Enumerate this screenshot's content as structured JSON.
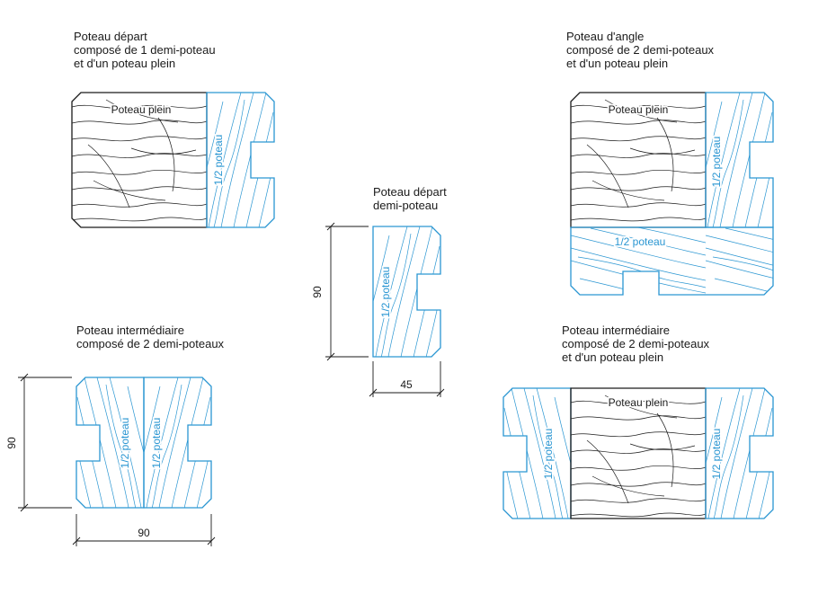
{
  "colors": {
    "line": "#1a1a1a",
    "accent_blue": "#2a96d2"
  },
  "diagrams": {
    "top_left": {
      "title_lines": [
        "Poteau départ",
        "composé de 1 demi-poteau",
        "et d'un poteau plein"
      ],
      "full_post_label": "Poteau plein",
      "half_post_label": "1/2 poteau"
    },
    "top_right": {
      "title_lines": [
        "Poteau d'angle",
        "composé de 2 demi-poteaux",
        "et d'un poteau plein"
      ],
      "full_post_label": "Poteau plein",
      "half_post_label_right": "1/2 poteau",
      "half_post_label_bottom": "1/2 poteau"
    },
    "middle": {
      "title_lines": [
        "Poteau départ",
        "demi-poteau"
      ],
      "half_post_label": "1/2 poteau",
      "dim_height": "90",
      "dim_width": "45"
    },
    "bottom_left": {
      "title_lines": [
        "Poteau intermédiaire",
        "composé de 2 demi-poteaux"
      ],
      "half_post_label_left": "1/2 poteau",
      "half_post_label_right": "1/2 poteau",
      "dim_height": "90",
      "dim_width": "90"
    },
    "bottom_right": {
      "title_lines": [
        "Poteau intermédiaire",
        "composé de 2 demi-poteaux",
        "et d'un poteau plein"
      ],
      "full_post_label": "Poteau plein",
      "half_post_label_left": "1/2 poteau",
      "half_post_label_right": "1/2 poteau"
    }
  }
}
